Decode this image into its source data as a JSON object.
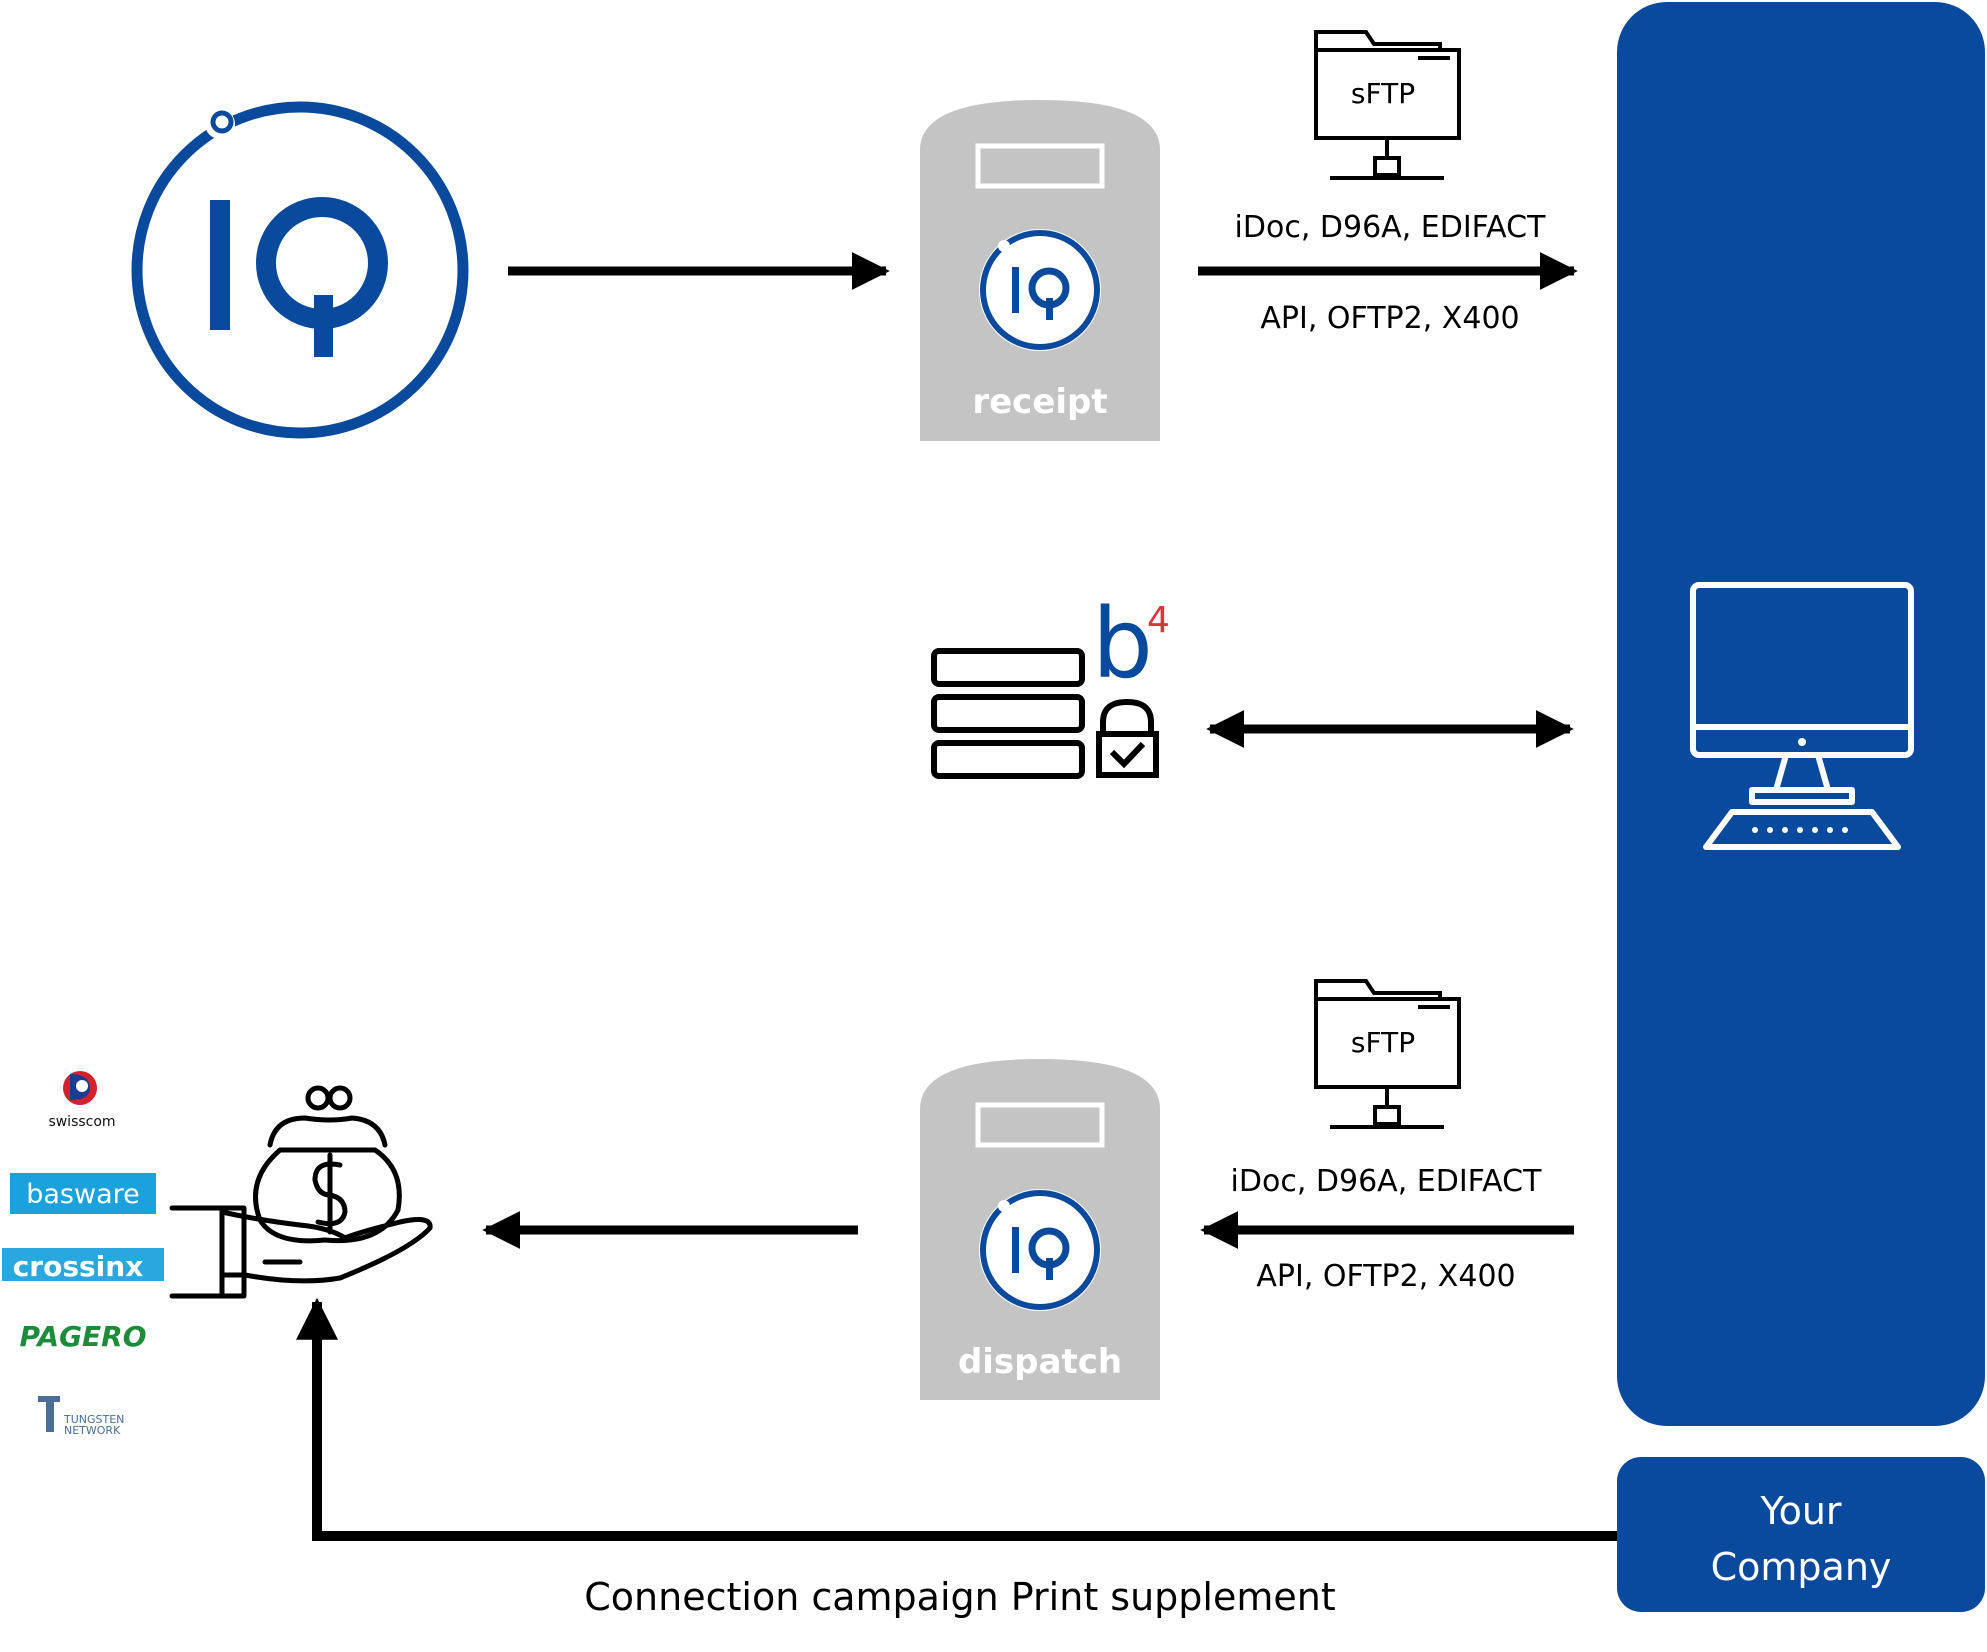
{
  "colors": {
    "brand": "#0a4a9c",
    "panel": "#0a4a9c",
    "server": "#c4c4c4",
    "b4_red": "#e0343c"
  },
  "iq_mark": "IQ",
  "receipt_label": "receipt",
  "dispatch_label": "dispatch",
  "top_protocols": {
    "sftp": "sFTP",
    "line1": "iDoc, D96A, EDIFACT",
    "line2": "API, OFTP2, X400"
  },
  "bottom_protocols": {
    "sftp": "sFTP",
    "line1": "iDoc, D96A, EDIFACT",
    "line2": "API, OFTP2, X400"
  },
  "b4": {
    "letter": "b",
    "superscript": "4"
  },
  "company": {
    "line1": "Your",
    "line2": "Company"
  },
  "caption": "Connection campaign Print supplement",
  "partners": {
    "swisscom": "swisscom",
    "basware": "basware",
    "crossinx": "crossinx",
    "pagero": "PAGERO",
    "tungsten_line1": "TUNGSTEN",
    "tungsten_line2": "NETWORK"
  },
  "icons": [
    "iq-logo",
    "server-icon",
    "folder-network-icon",
    "database-lock-icon",
    "monitor-icon",
    "money-bag-hand-icon"
  ]
}
